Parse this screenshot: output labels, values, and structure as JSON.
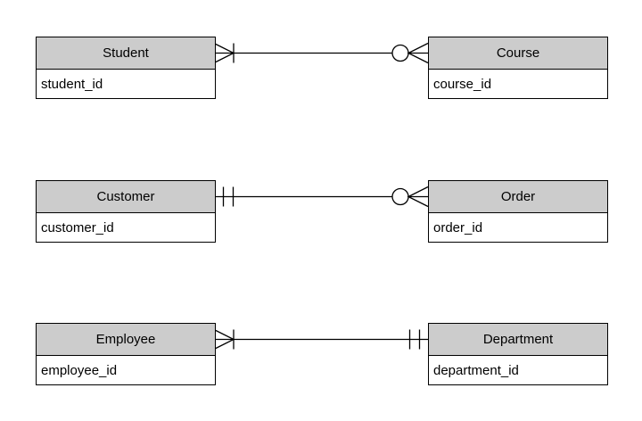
{
  "diagram": {
    "type": "entity-relationship-diagram",
    "colors": {
      "background": "#ffffff",
      "entity_header_fill": "#cccccc",
      "entity_body_fill": "#ffffff",
      "border": "#000000",
      "line": "#000000",
      "text": "#000000"
    },
    "notation": "crows-foot",
    "entities": [
      {
        "id": "student",
        "name": "Student",
        "attributes": [
          "student_id"
        ]
      },
      {
        "id": "course",
        "name": "Course",
        "attributes": [
          "course_id"
        ]
      },
      {
        "id": "customer",
        "name": "Customer",
        "attributes": [
          "customer_id"
        ]
      },
      {
        "id": "order",
        "name": "Order",
        "attributes": [
          "order_id"
        ]
      },
      {
        "id": "employee",
        "name": "Employee",
        "attributes": [
          "employee_id"
        ]
      },
      {
        "id": "department",
        "name": "Department",
        "attributes": [
          "department_id"
        ]
      }
    ],
    "relationships": [
      {
        "from": "Student",
        "to": "Course",
        "from_cardinality": "one or many",
        "to_cardinality": "zero or many",
        "from_symbol": "crows-foot-with-bar",
        "to_symbol": "ring-with-crows-foot"
      },
      {
        "from": "Customer",
        "to": "Order",
        "from_cardinality": "one and only one",
        "to_cardinality": "zero or many",
        "from_symbol": "double-bar",
        "to_symbol": "ring-with-crows-foot"
      },
      {
        "from": "Employee",
        "to": "Department",
        "from_cardinality": "one or many",
        "to_cardinality": "one and only one",
        "from_symbol": "crows-foot-with-bar",
        "to_symbol": "double-bar"
      }
    ]
  }
}
